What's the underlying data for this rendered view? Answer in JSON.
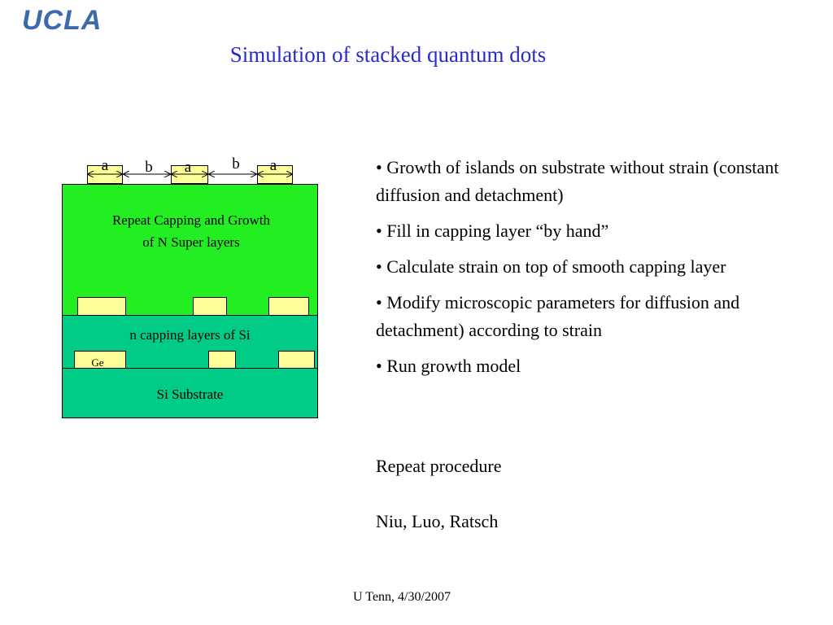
{
  "header": {
    "logo_text": "UCLA",
    "title": "Simulation of stacked quantum dots"
  },
  "diagram": {
    "dim_labels": [
      "a",
      "b",
      "a",
      "b",
      "a"
    ],
    "top_layer_label": "Repeat Capping and Growth of N Super layers",
    "middle_layer_label": "n capping layers of Si",
    "dot_label": "Ge",
    "substrate_label": "Si Substrate",
    "colors": {
      "top_layer": "#22ee22",
      "capping_layer": "#00cc88",
      "dots": "#ffff99"
    }
  },
  "bullets": [
    "• Growth of islands on substrate without strain (constant diffusion and detachment)",
    "• Fill in capping layer “by hand”",
    "• Calculate strain on top of smooth capping layer",
    "• Modify microscopic parameters for diffusion and detachment) according to strain",
    "• Run growth model"
  ],
  "repeat_text": "Repeat procedure",
  "authors": "Niu, Luo, Ratsch",
  "footer": "U Tenn, 4/30/2007"
}
